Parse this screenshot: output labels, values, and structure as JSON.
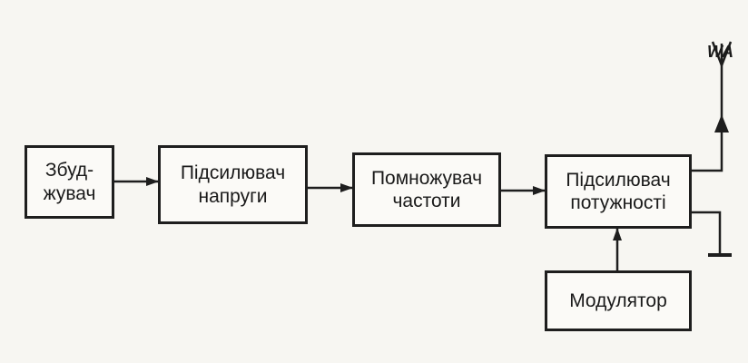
{
  "blocks": {
    "exciter": "Збуд-\nжувач",
    "voltage_amplifier": "Підсилювач\nнапруги",
    "frequency_multiplier": "Помножувач\nчастоти",
    "power_amplifier": "Підсилювач\nпотужності",
    "modulator": "Модулятор"
  },
  "antenna_label": "WA"
}
